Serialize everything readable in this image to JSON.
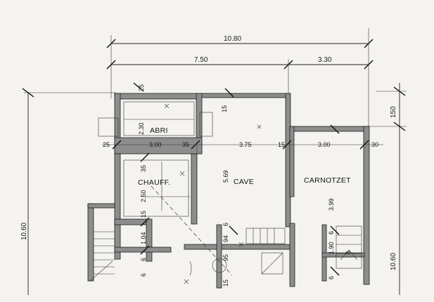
{
  "dimensions": {
    "overall_width": "10.80",
    "left_width": "7.50",
    "right_width": "3.30",
    "depth_left": "10.60",
    "depth_right": "10.60",
    "offset_right_top": "150",
    "abri_wall_top": "25",
    "abri_height": "2.30",
    "wall_15_top": "15",
    "wall_25_left": "25",
    "abri_width": "3.00",
    "wall_35_a": "35",
    "cave_width": "3.75",
    "wall_15_mid": "15",
    "carnotzet_width": "3.00",
    "wall_30_right": "30",
    "wall_35_b": "35",
    "cave_depth": "5.69",
    "chauff_height": "2.50",
    "carnotzet_depth": "3.99",
    "wall_15_low": "15",
    "small_104": "1.04",
    "wall_6_left": "6",
    "stair_94": "94",
    "stair_6a": "6",
    "stair_190": "1.90",
    "wall_6_right": "6",
    "wall_6_right2": "6",
    "stair_6b": "6",
    "stair_95": "95",
    "stair_15": "15",
    "wall_6_bottom": "6"
  },
  "rooms": {
    "abri": "ABRI",
    "chauff": "CHAUFF.",
    "cave": "CAVE",
    "carnotzet": "CARNOTZET"
  },
  "colors": {
    "ink": "#222222",
    "wall_fill": "#8d8d8d",
    "paper": "#f4f3ef"
  }
}
